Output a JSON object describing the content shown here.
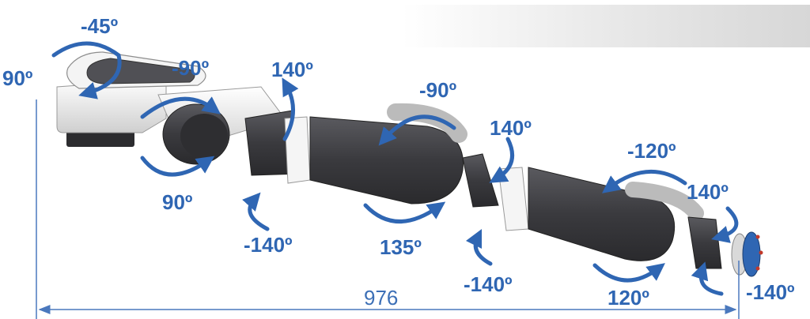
{
  "colors": {
    "accent": "#2f66b3",
    "arm_dark": "#3f3f43",
    "arm_light": "#f2f2f2",
    "background": "#ffffff"
  },
  "dimension": {
    "total_length": "976"
  },
  "angles": {
    "a1": "-45º",
    "a2": "90º",
    "a3": "-90º",
    "a4": "140º",
    "a5": "90º",
    "a6": "-140º",
    "a7": "-90º",
    "a8": "140º",
    "a9": "135º",
    "a10": "-140º",
    "a11": "-120º",
    "a12": "140º",
    "a13": "120º",
    "a14": "-140º"
  }
}
